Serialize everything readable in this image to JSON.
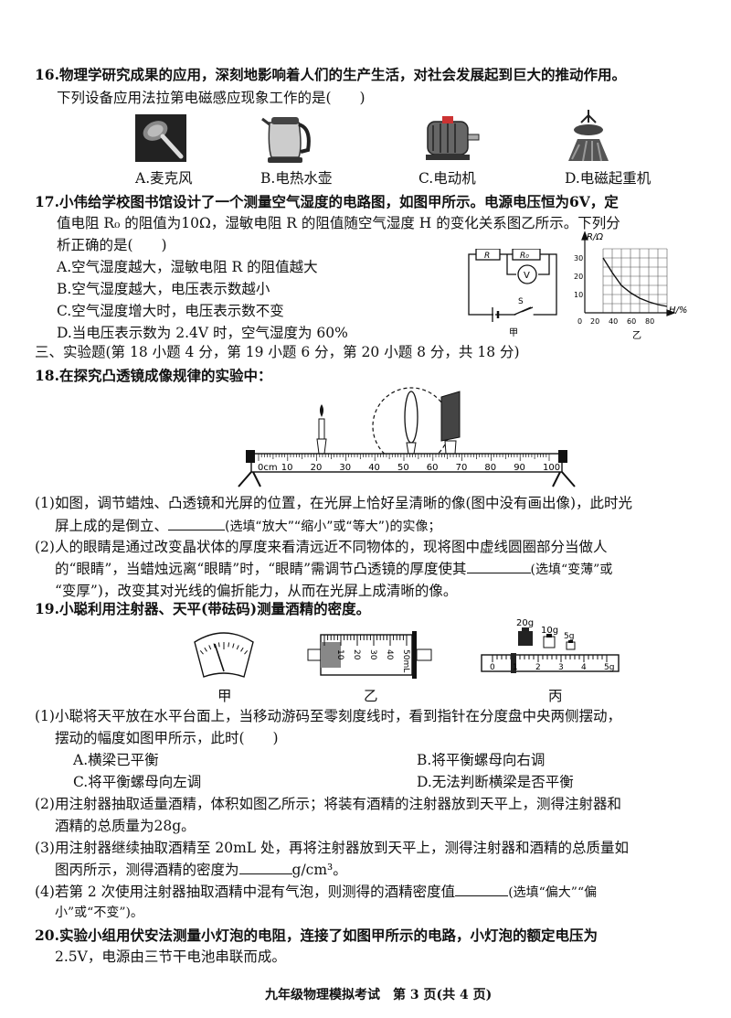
{
  "q16": {
    "line1": "16.物理学研究成果的应用，深刻地影响着人们的生产生活，对社会发展起到巨大的推动作用。",
    "line2": "下列设备应用法拉第电磁感应现象工作的是(　　)",
    "options": [
      "A.麦克风",
      "B.电热水壶",
      "C.电动机",
      "D.电磁起重机"
    ],
    "icons": [
      "microphone-icon",
      "electric-kettle-icon",
      "electric-motor-icon",
      "electromagnetic-crane-icon"
    ]
  },
  "q17": {
    "line1": "17.小伟给学校图书馆设计了一个测量空气湿度的电路图，如图甲所示。电源电压恒为6V，定",
    "line2": "值电阻 R₀ 的阻值为10Ω，湿敏电阻 R 的阻值随空气湿度 H 的变化关系图乙所示。下列分",
    "line3": "析正确的是(　　)",
    "options": [
      "A.空气湿度越大，湿敏电阻 R 的阻值越大",
      "B.空气湿度越大，电压表示数越小",
      "C.空气湿度增大时，电压表示数不变",
      "D.当电压表示数为 2.4V 时，空气湿度为 60%"
    ],
    "circuit": {
      "r": "R",
      "r0": "R₀",
      "voltmeter": "V",
      "switch": "S",
      "caption": "甲"
    },
    "graph": {
      "ylabel": "R/Ω",
      "xlabel": "H/%",
      "yticks": [
        "30",
        "20",
        "10",
        "0"
      ],
      "xticks": [
        "20",
        "40",
        "60",
        "80"
      ],
      "caption": "乙"
    }
  },
  "chart_data": {
    "type": "line",
    "x": [
      20,
      30,
      40,
      50,
      60,
      70,
      80,
      90
    ],
    "values": [
      30,
      22,
      15,
      11,
      8,
      6,
      4.5,
      3.5
    ],
    "xlabel": "H/%",
    "ylabel": "R/Ω",
    "xlim": [
      0,
      90
    ],
    "ylim": [
      0,
      35
    ],
    "grid": true
  },
  "section3": "三、实验题(第 18 小题 4 分，第 19 小题 6 分，第 20 小题 8 分，共 18 分)",
  "q18": {
    "title": "18.在探究凸透镜成像规律的实验中：",
    "ruler_ticks": [
      "0cm",
      "10",
      "20",
      "30",
      "40",
      "50",
      "60",
      "70",
      "80",
      "90",
      "100"
    ],
    "p1a": "(1)如图，调节蜡烛、凸透镜和光屏的位置，在光屏上恰好呈清晰的像(图中没有画出像)，此时光",
    "p1b_pre": "屏上成的是倒立、",
    "p1b_post": "(选填“放大”“缩小”或“等大”)的实像；",
    "p2a": "(2)人的眼睛是通过改变晶状体的厚度来看清远近不同物体的，现将图中虚线圆圈部分当做人",
    "p2b_pre": "的“眼睛”，当蜡烛远离“眼睛”时，“眼睛”需调节凸透镜的厚度使其",
    "p2b_post": "(选填“变薄”或",
    "p2c": "“变厚”)，改变其对光线的偏折能力，从而在光屏上成清晰的像。"
  },
  "q19": {
    "title": "19.小聪利用注射器、天平(带砝码)测量酒精的密度。",
    "syringe_ticks": [
      "10",
      "20",
      "30",
      "40",
      "50mL"
    ],
    "weights": [
      "20g",
      "10g",
      "5g"
    ],
    "scale_ticks": [
      "0",
      "1",
      "2",
      "3",
      "4",
      "5g"
    ],
    "captions": [
      "甲",
      "乙",
      "丙"
    ],
    "p1a": "(1)小聪将天平放在水平台面上，当移动游码至零刻度线时，看到指针在分度盘中央两侧摆动，",
    "p1b": "摆动的幅度如图甲所示，此时(　　)",
    "options": [
      "A.横梁已平衡",
      "B.将平衡螺母向右调",
      "C.将平衡螺母向左调",
      "D.无法判断横梁是否平衡"
    ],
    "p2a": "(2)用注射器抽取适量酒精，体积如图乙所示；将装有酒精的注射器放到天平上，测得注射器和",
    "p2b": "酒精的总质量为28g。",
    "p3a": "(3)用注射器继续抽取酒精至 20mL 处，再将注射器放到天平上，测得注射器和酒精的总质量如",
    "p3b_pre": "图丙所示，测得酒精的密度为",
    "p3b_post": "g/cm³。",
    "p4a_pre": "(4)若第 2 次使用注射器抽取酒精中混有气泡，则测得的酒精密度值",
    "p4a_post": "(选填“偏大”“偏",
    "p4b": "小”或“不变”)。"
  },
  "q20": {
    "line1": "20.实验小组用伏安法测量小灯泡的电阻，连接了如图甲所示的电路，小灯泡的额定电压为",
    "line2": "2.5V，电源由三节干电池串联而成。"
  },
  "footer": "九年级物理模拟考试　第 3 页(共 4 页)"
}
